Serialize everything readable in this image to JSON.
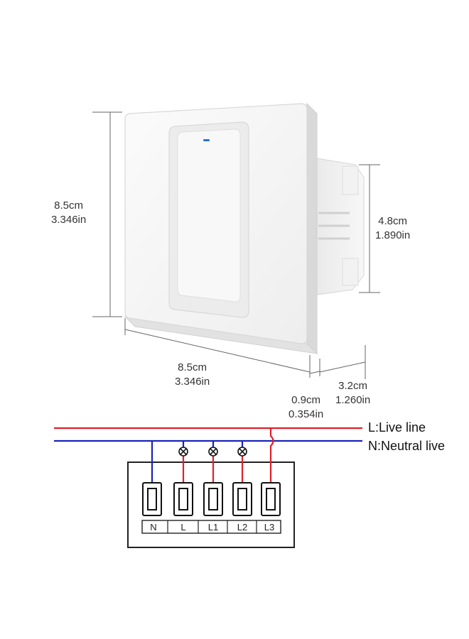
{
  "dimensions": {
    "height": {
      "cm": "8.5cm",
      "in": "3.346in"
    },
    "box_height": {
      "cm": "4.8cm",
      "in": "1.890in"
    },
    "width": {
      "cm": "8.5cm",
      "in": "3.346in"
    },
    "plate_depth": {
      "cm": "0.9cm",
      "in": "0.354in"
    },
    "total_depth": {
      "cm": "3.2cm",
      "in": "1.260in"
    }
  },
  "wiring": {
    "live_label": "L:Live line",
    "neutral_label": "N:Neutral live",
    "terminals": [
      "N",
      "L",
      "L1",
      "L2",
      "L3"
    ],
    "colors": {
      "live": "#e0202a",
      "neutral": "#1a23b8",
      "led": "#2a6fe0"
    }
  }
}
